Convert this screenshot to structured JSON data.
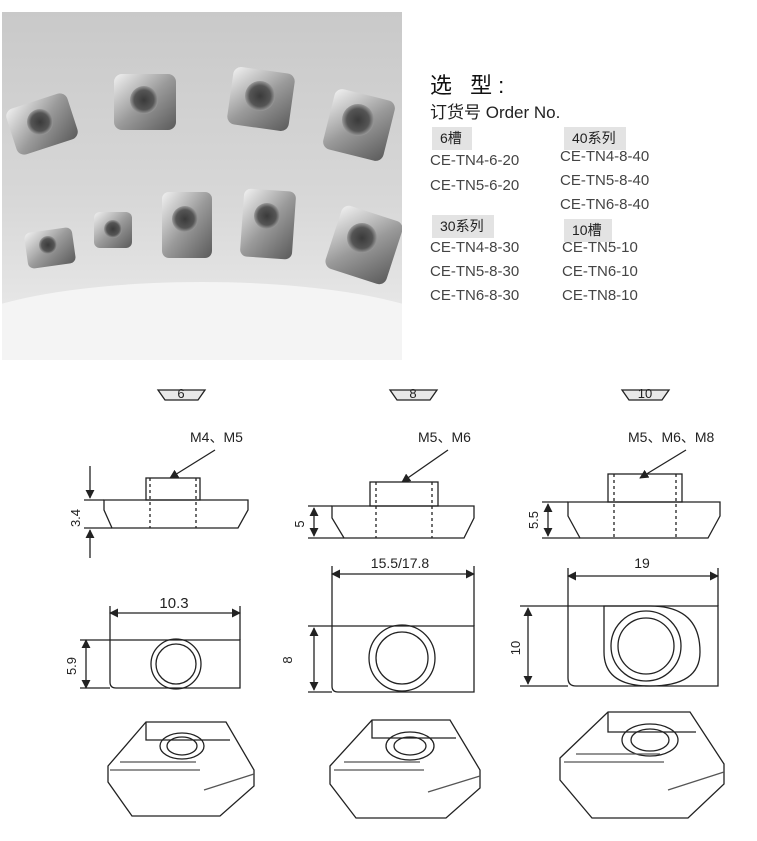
{
  "selection": {
    "title": "选 型:",
    "order_no": "订货号 Order No."
  },
  "groups": [
    {
      "label": "6槽",
      "codes": [
        "CE-TN4-6-20",
        "CE-TN5-6-20"
      ]
    },
    {
      "label": "40系列",
      "codes": [
        "CE-TN4-8-40",
        "CE-TN5-8-40",
        "CE-TN6-8-40"
      ]
    },
    {
      "label": "30系列",
      "codes": [
        "CE-TN4-8-30",
        "CE-TN5-8-30",
        "CE-TN6-8-30"
      ]
    },
    {
      "label": "10槽",
      "codes": [
        "CE-TN5-10",
        "CE-TN6-10",
        "CE-TN8-10"
      ]
    }
  ],
  "drawings": [
    {
      "slot": "6",
      "threads": "M4、M5",
      "height": "3.4",
      "width": "10.3",
      "depth": "5.9"
    },
    {
      "slot": "8",
      "threads": "M5、M6",
      "height": "5",
      "width": "15.5/17.8",
      "depth": "8"
    },
    {
      "slot": "10",
      "threads": "M5、M6、M8",
      "height": "5.5",
      "width": "19",
      "depth": "10"
    }
  ]
}
